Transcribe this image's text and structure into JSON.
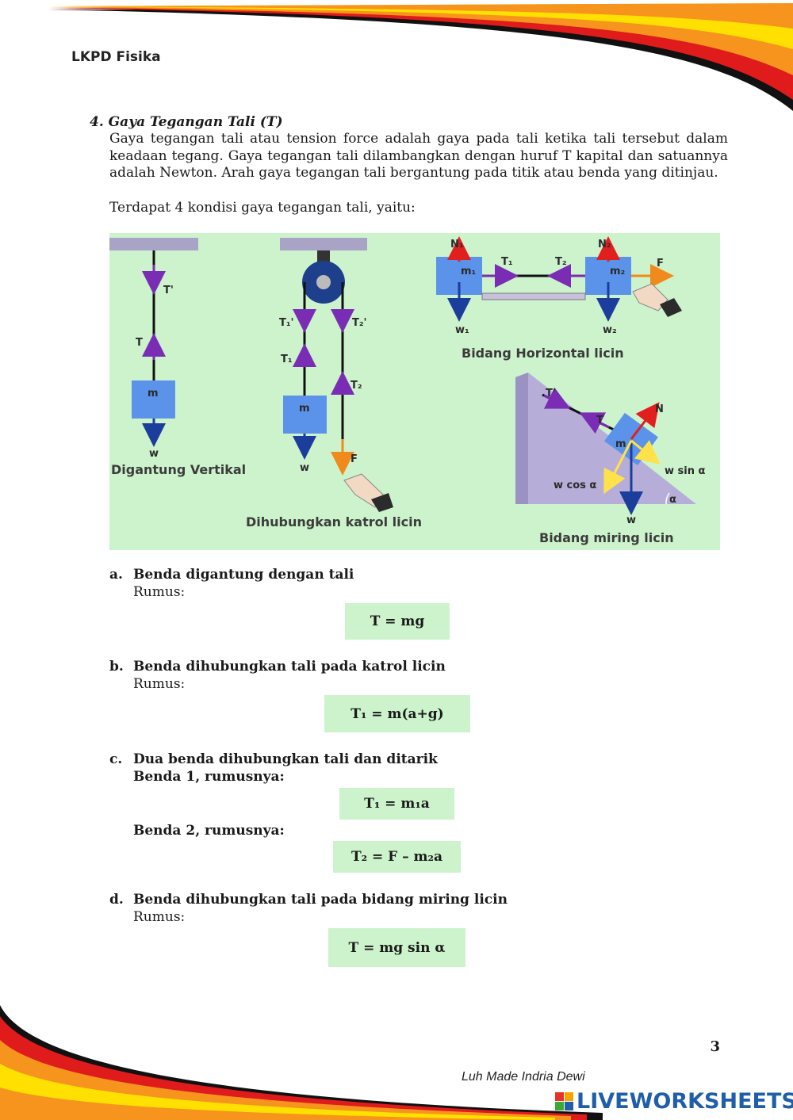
{
  "header": {
    "label": "LKPD Fisika"
  },
  "section": {
    "title": "4.  Gaya Tegangan Tali (T)",
    "paragraph": "Gaya tegangan tali atau tension force adalah gaya pada tali ketika tali tersebut dalam keadaan tegang. Gaya tegangan tali dilambangkan dengan huruf T kapital dan satuannya adalah Newton. Arah gaya tegangan tali bergantung pada titik atau benda yang ditinjau.",
    "intro": "Terdapat 4 kondisi gaya tegangan tali, yaitu:"
  },
  "figure": {
    "labels": {
      "vertical": "Digantung Vertikal",
      "pulley": "Dihubungkan katrol licin",
      "horizontal": "Bidang Horizontal licin",
      "incline": "Bidang miring licin"
    },
    "symbols": {
      "t_prime": "T'",
      "t": "T",
      "m": "m",
      "w": "w",
      "t1_prime": "T₁'",
      "t2_prime": "T₂'",
      "t1": "T₁",
      "t2": "T₂",
      "f": "F",
      "n1": "N₁",
      "n2": "N₂",
      "m1": "m₁",
      "m2": "m₂",
      "w1": "w₁",
      "w2": "w₂",
      "n": "N",
      "w_sin": "w sin α",
      "w_cos": "w cos α",
      "alpha": "α"
    }
  },
  "cases": [
    {
      "letter": "a.",
      "title": "Benda digantung dengan tali",
      "rumus": "Rumus:",
      "formula": "T = mg"
    },
    {
      "letter": "b.",
      "title": "Benda dihubungkan tali pada katrol licin",
      "rumus": "Rumus:",
      "formula": "T₁ = m(a+g)"
    },
    {
      "letter": "c.",
      "title": "Dua benda dihubungkan tali dan ditarik",
      "sub1": "Benda 1, rumusnya:",
      "formula1": "T₁ = m₁a",
      "sub2": "Benda 2, rumusnya:",
      "formula2": "T₂ = F – m₂a"
    },
    {
      "letter": "d.",
      "title": "Benda dihubungkan tali pada bidang miring licin",
      "rumus": "Rumus:",
      "formula": "T = mg sin α"
    }
  ],
  "footer": {
    "page_number": "3",
    "author": "Luh Made Indria Dewi",
    "watermark": "LIVEWORKSHEETS"
  },
  "colors": {
    "swoosh_red": "#e01b1b",
    "swoosh_orange": "#f7941d",
    "swoosh_yellow": "#ffe000",
    "figure_bg": "#cdf3cd",
    "box_blue": "#5b93ea",
    "arrow_purple": "#7a2db4",
    "arrow_navy": "#1b3d9c",
    "arrow_red": "#e11f1f",
    "arrow_orange": "#f08a1c"
  }
}
